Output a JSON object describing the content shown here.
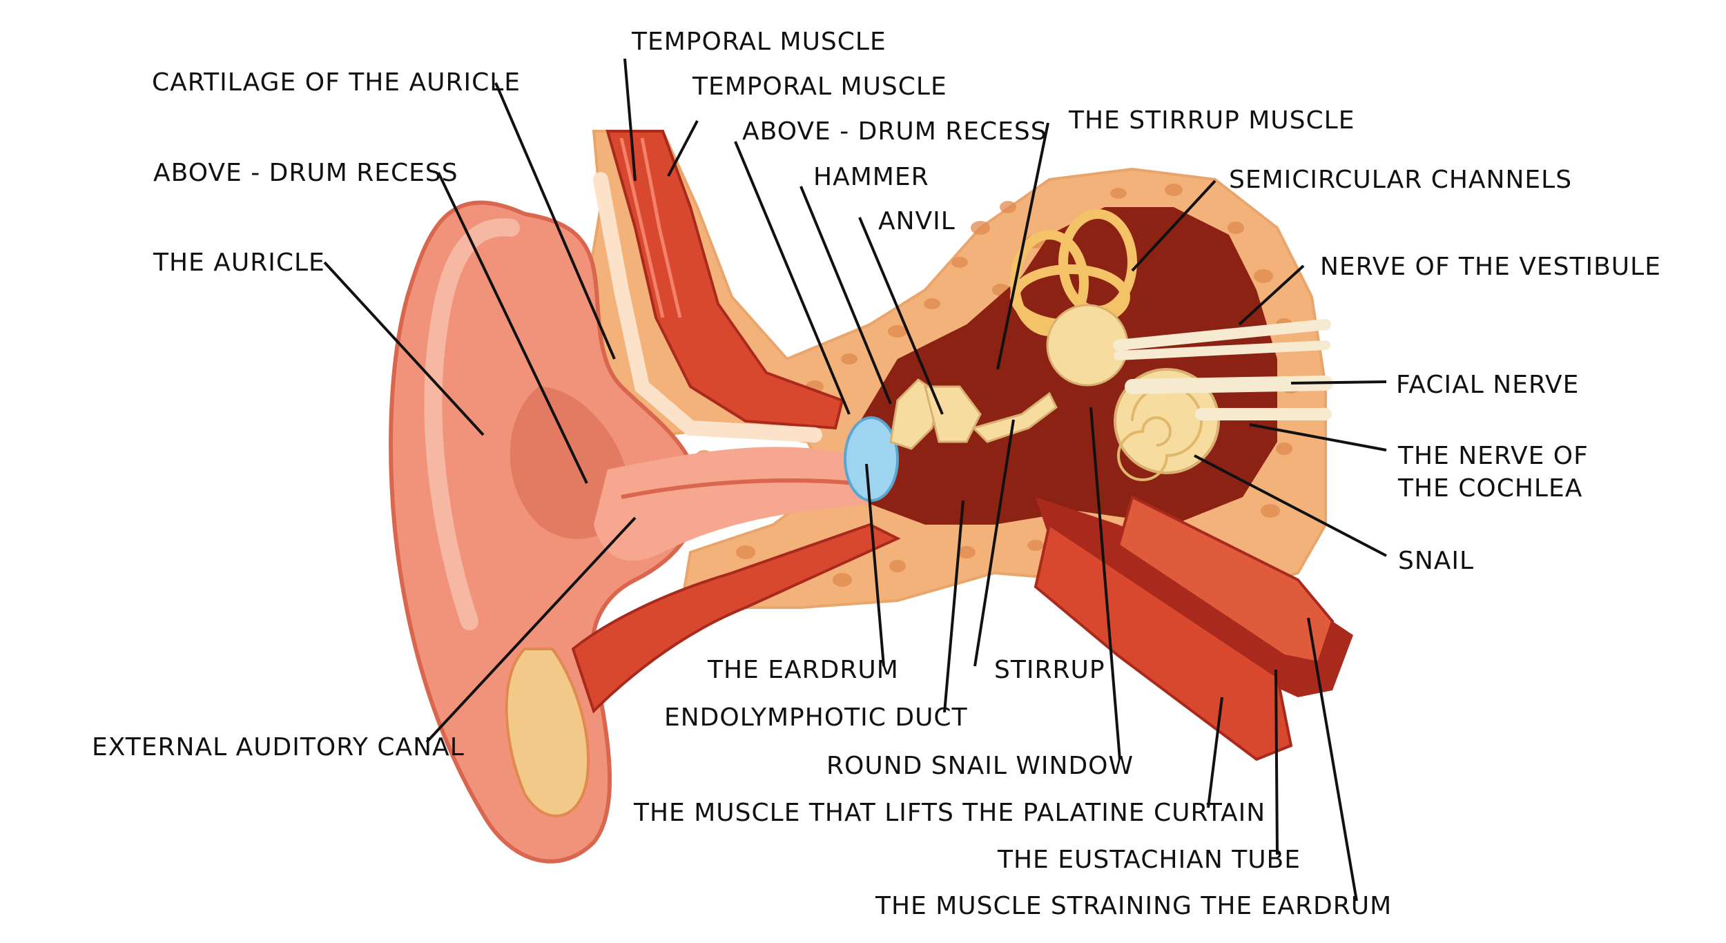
{
  "labels": {
    "temporal_muscle_1": "TEMPORAL MUSCLE",
    "temporal_muscle_2": "TEMPORAL MUSCLE",
    "cartilage_auricle": "CARTILAGE OF THE AURICLE",
    "above_drum_recess_left": "ABOVE - DRUM RECESS",
    "above_drum_recess_mid": "ABOVE - DRUM RECESS",
    "the_auricle": "THE AURICLE",
    "hammer": "HAMMER",
    "anvil": "ANVIL",
    "stirrup_muscle": "THE STIRRUP MUSCLE",
    "semicircular_channels": "SEMICIRCULAR CHANNELS",
    "nerve_vestibule": "NERVE OF THE VESTIBULE",
    "facial_nerve": "FACIAL NERVE",
    "nerve_cochlea_line1": "THE NERVE OF",
    "nerve_cochlea_line2": "THE COCHLEA",
    "snail": "SNAIL",
    "external_auditory_canal": "EXTERNAL AUDITORY CANAL",
    "eardrum": "THE EARDRUM",
    "stirrup": "STIRRUP",
    "endolymphotic_duct": "ENDOLYMPHOTIC DUCT",
    "round_snail_window": "ROUND SNAIL WINDOW",
    "muscle_palatine": "THE MUSCLE THAT LIFTS THE PALATINE CURTAIN",
    "eustachian_tube": "THE EUSTACHIAN TUBE",
    "muscle_eardrum": "THE MUSCLE STRAINING THE EARDRUM"
  },
  "colors": {
    "skin": "#f0937a",
    "skin_dark": "#d9674f",
    "skin_light": "#f7b8a3",
    "muscle": "#d8482f",
    "muscle_dark": "#a92a1c",
    "bone": "#f3b27a",
    "bone_spot": "#e08a4f",
    "cavity": "#8c2214",
    "ossicle": "#f7dca0",
    "nerve": "#f6ead0",
    "eardrum": "#9fd4f0",
    "leader": "#111111"
  }
}
